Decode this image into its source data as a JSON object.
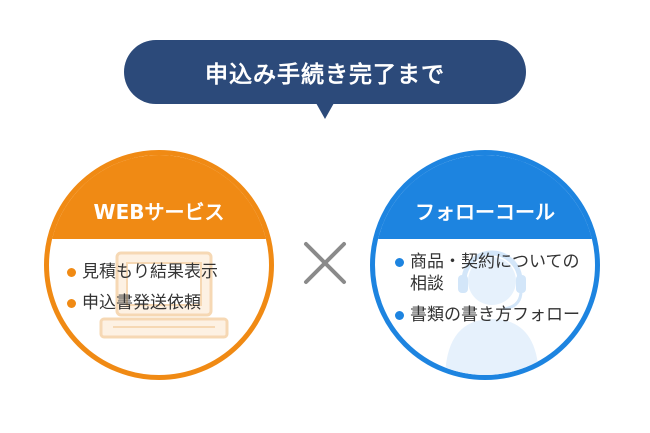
{
  "header": {
    "title": "申込み手続き完了まで"
  },
  "left_panel": {
    "title": "WEBサービス",
    "items": [
      "見積もり結果表示",
      "申込書発送依頼"
    ],
    "color": "#f08a14",
    "icon": "laptop-icon"
  },
  "right_panel": {
    "title": "フォローコール",
    "items": [
      "商品・契約についての相談",
      "書類の書き方フォロー"
    ],
    "color": "#1d84e0",
    "icon": "operator-headset-icon"
  },
  "connector": {
    "icon": "multiply-icon",
    "color": "#8a8a8a"
  },
  "colors": {
    "header_bg": "#2c4a7a"
  }
}
